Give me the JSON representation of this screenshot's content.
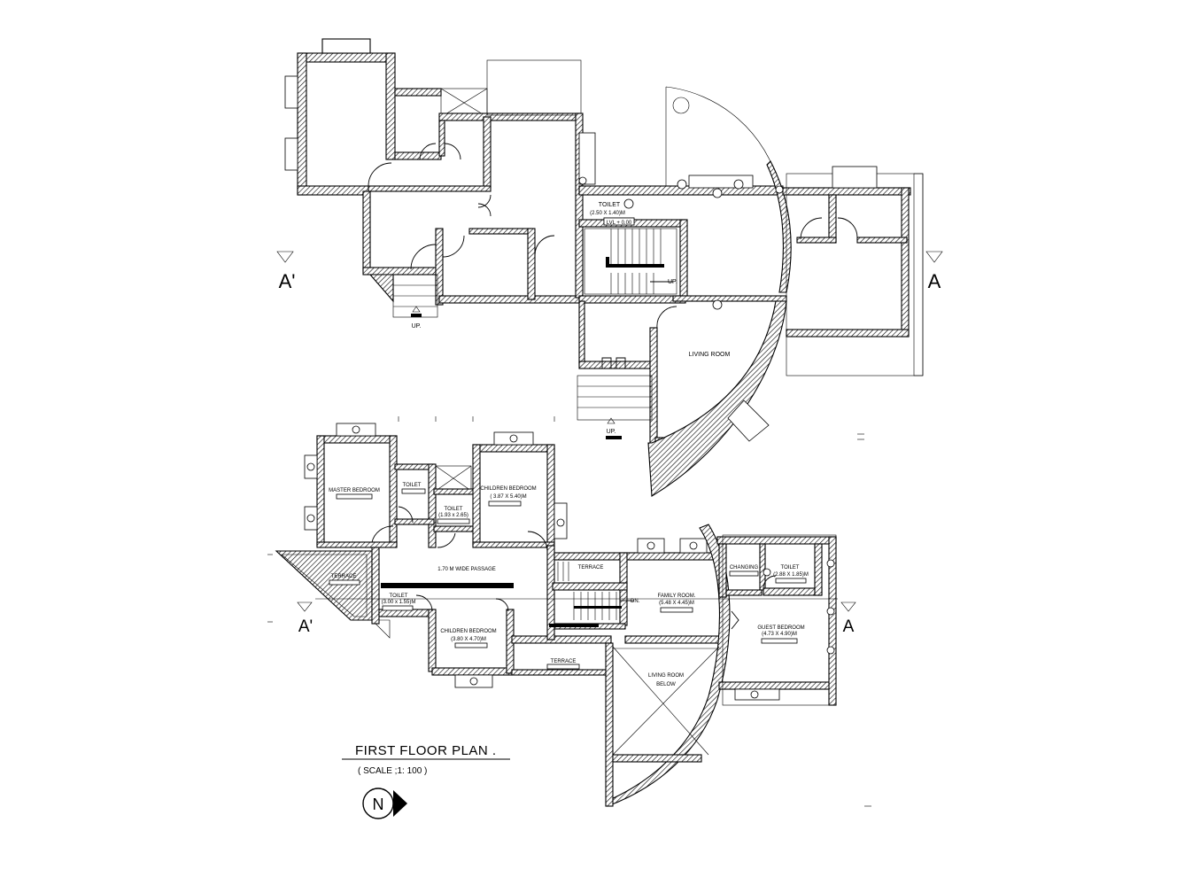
{
  "plan": {
    "title": "FIRST FLOOR PLAN .",
    "scale": "( SCALE ;1: 100 )",
    "north_label": "N",
    "section_left": "A'",
    "section_right": "A"
  },
  "ground_floor": {
    "toilet_label": "TOILET",
    "toilet_size": "(2.50 X 1.40)M",
    "level": "LVL + 0.00",
    "up_stair": "UP.",
    "up_entry": "UP.",
    "up_front": "UP.",
    "living_room": "LIVING ROOM"
  },
  "first_floor": {
    "master_bedroom": "MASTER BEDROOM",
    "toilet_a": "TOILET",
    "toilet_b": "TOILET",
    "toilet_b_size": "(1.93 x 2.65)",
    "children_bedroom_1": "CHILDREN BEDROOM",
    "children_bedroom_1_size": "( 3.87 X 5.40)M",
    "passage": "1.70  M  WIDE  PASSAGE",
    "terrace_left": "TERRACE",
    "toilet_c": "TOILET",
    "toilet_c_size": "(3.00 x 1.55)M",
    "children_bedroom_2": "CHILDREN BEDROOM",
    "children_bedroom_2_size": "(3.80 X 4.70)M",
    "terrace_mid": "TERRACE",
    "terrace_bottom": "TERRACE",
    "family_room": "FAMILY ROOM.",
    "family_room_size": "(5.48 X 4.45)M",
    "dn": "DN.",
    "changing": "CHANGING",
    "toilet_d": "TOILET",
    "toilet_d_size": "(2.88 X 1.85)M",
    "guest_bedroom": "GUEST BEDROOM",
    "guest_bedroom_size": "(4.73 X 4.90)M",
    "living_below_1": "LIVING ROOM",
    "living_below_2": "BELOW"
  }
}
